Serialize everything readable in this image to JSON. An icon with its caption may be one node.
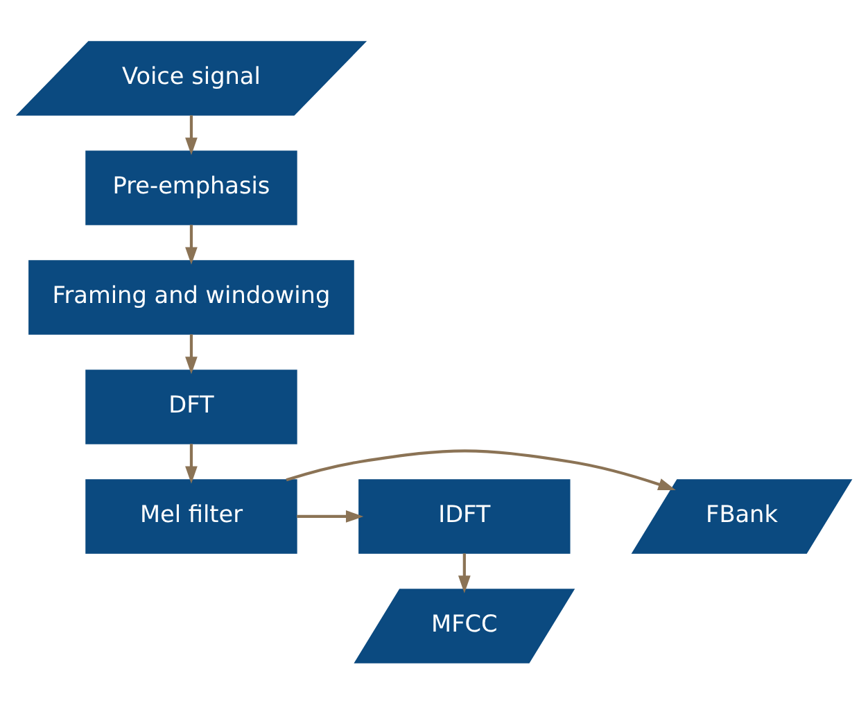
{
  "diagram": {
    "nodes": [
      {
        "text": [
          "Voice signal"
        ]
      },
      {
        "text": [
          "Pre-emphasis"
        ]
      },
      {
        "text": [
          "Framing and windowing"
        ]
      },
      {
        "text": [
          "DFT"
        ]
      },
      {
        "text": [
          "FBank"
        ]
      },
      {
        "text": [
          "Mel filter"
        ]
      },
      {
        "text": [
          "IDFT"
        ]
      },
      {
        "text": [
          "MFCC"
        ]
      }
    ],
    "edges": [
      {
        "from": 0,
        "to": 1,
        "arrow": "to"
      },
      {
        "from": 1,
        "to": 2,
        "arrow": "to"
      },
      {
        "from": 2,
        "to": 3,
        "arrow": "to"
      },
      {
        "from": 3,
        "to": 5,
        "arrow": "to"
      },
      {
        "from": 5,
        "to": 4,
        "arrow": "to"
      },
      {
        "from": 5,
        "to": 6,
        "arrow": "to"
      },
      {
        "from": 6,
        "to": 7,
        "arrow": "to"
      }
    ]
  }
}
